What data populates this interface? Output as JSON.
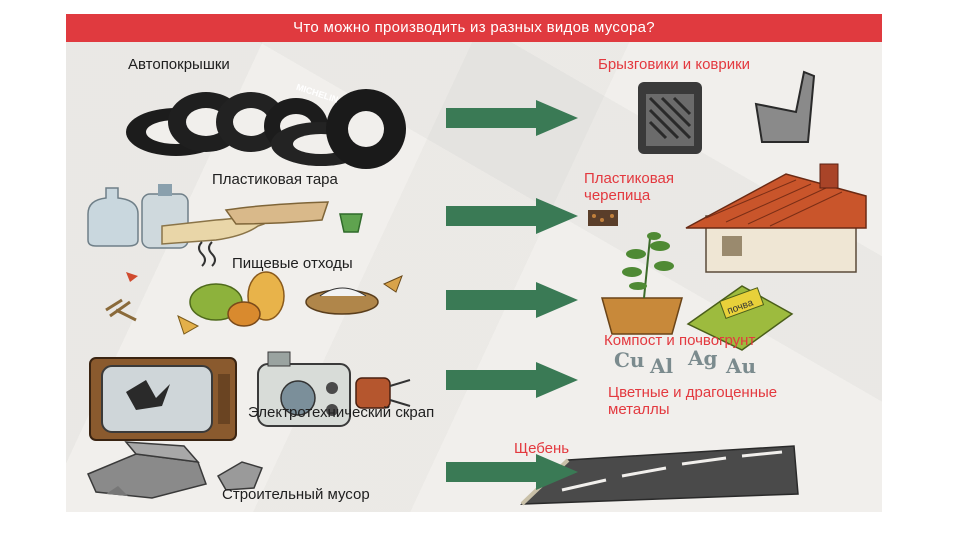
{
  "title": "Что можно производить из разных видов мусора?",
  "rows": [
    {
      "source": "Автопокрышки",
      "product": "Брызговики и коврики"
    },
    {
      "source": "Пластиковая тара",
      "product_line1": "Пластиковая",
      "product_line2": "черепица"
    },
    {
      "source": "Пищевые отходы",
      "product": "Компост и почвогрунт"
    },
    {
      "source": "Электротехнический скрап",
      "product_line1": "Цветные и драгоценные",
      "product_line2": "металлы"
    },
    {
      "source": "Строительный мусор",
      "product": "Щебень"
    }
  ],
  "artwork_text": {
    "tire_brand": "MICHELIN",
    "soil_bag": "почва",
    "metals": [
      "Cu",
      "Al",
      "Ag",
      "Au"
    ]
  },
  "colors": {
    "title_bar": "#e03a3f",
    "arrow": "#3a7a55",
    "product_text": "#e3393f"
  }
}
